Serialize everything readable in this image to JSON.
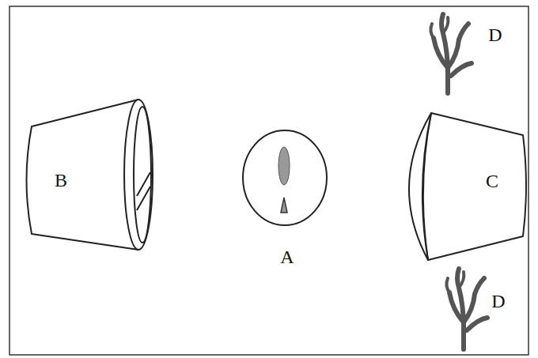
{
  "diagram": {
    "nodes": [
      {
        "text": [
          "B"
        ]
      },
      {
        "text": [
          "C"
        ]
      }
    ],
    "labels": [
      "A",
      "D",
      "D"
    ]
  }
}
